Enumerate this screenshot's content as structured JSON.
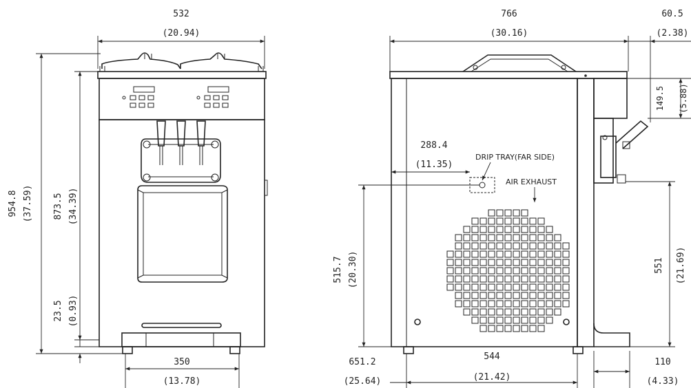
{
  "front_view": {
    "dims": {
      "width_mm": "532",
      "width_in": "(20.94)",
      "total_height_mm": "954.8",
      "total_height_in": "(37.59)",
      "body_height_mm": "873.5",
      "body_height_in": "(34.39)",
      "foot_height_mm": "23.5",
      "foot_height_in": "(0.93)",
      "tray_width_mm": "350",
      "tray_width_in": "(13.78)"
    }
  },
  "side_view": {
    "dims": {
      "depth_mm": "766",
      "depth_in": "(30.16)",
      "nozzle_mm": "60.5",
      "nozzle_in": "(2.38)",
      "head_mm": "149.5",
      "head_in": "(5.88)",
      "drip_offset_mm": "288.4",
      "drip_offset_in": "(11.35)",
      "drip_height_mm": "515.7",
      "drip_height_in": "(20.30)",
      "spout_height_mm": "551",
      "spout_height_in": "(21.69)",
      "base_depth_mm": "651.2",
      "base_depth_in": "(25.64)",
      "feet_span_mm": "544",
      "feet_span_in": "(21.42)",
      "tray_proj_mm": "110",
      "tray_proj_in": "(4.33)"
    },
    "notes": {
      "drip_tray": "DRIP TRAY(FAR SIDE)",
      "air_exhaust": "AIR EXHAUST"
    }
  }
}
